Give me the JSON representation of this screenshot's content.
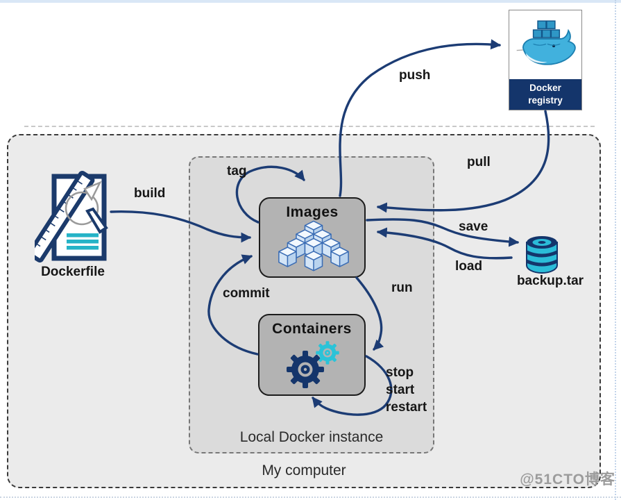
{
  "diagram": {
    "zones": {
      "outer_label": "My computer",
      "inner_label": "Local Docker instance"
    },
    "nodes": {
      "dockerfile": {
        "label": "Dockerfile"
      },
      "images": {
        "label": "Images"
      },
      "containers": {
        "label": "Containers"
      },
      "registry": {
        "line1": "Docker",
        "line2": "registry"
      },
      "backup": {
        "label": "backup.tar"
      }
    },
    "edges": {
      "build": {
        "label": "build"
      },
      "tag": {
        "label": "tag"
      },
      "push": {
        "label": "push"
      },
      "pull": {
        "label": "pull"
      },
      "save": {
        "label": "save"
      },
      "load": {
        "label": "load"
      },
      "run": {
        "label": "run"
      },
      "commit": {
        "label": "commit"
      },
      "lifecycle": {
        "lines": [
          "stop",
          "start",
          "restart"
        ]
      }
    },
    "colors": {
      "arrow": "#1c3c74",
      "navy": "#14356b",
      "cyan": "#2bbcd8",
      "node_fill": "#b3b3b3",
      "inner_fill": "#dbdbdb",
      "outer_fill": "#ebebeb"
    }
  },
  "watermark": "@51CTO博客"
}
